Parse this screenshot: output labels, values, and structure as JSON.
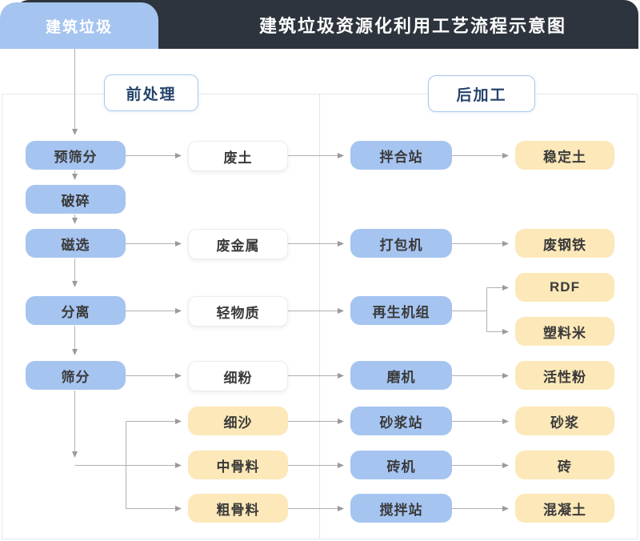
{
  "banner": {
    "tab": "建筑垃圾",
    "title": "建筑垃圾资源化利用工艺流程示意图"
  },
  "sections": {
    "pre": "前处理",
    "post": "后加工"
  },
  "labels": {
    "pre_screen": "预筛分",
    "crush": "破碎",
    "magnetic": "磁选",
    "separate": "分离",
    "screen": "筛分",
    "waste_soil": "废土",
    "waste_metal": "废金属",
    "light_material": "轻物质",
    "fine_powder": "细粉",
    "fine_sand": "细沙",
    "mid_aggregate": "中骨料",
    "coarse_aggregate": "粗骨料",
    "mixing_station": "拌合站",
    "baler": "打包机",
    "regen_unit": "再生机组",
    "mill": "磨机",
    "mortar_station": "砂浆站",
    "brick_machine": "砖机",
    "concrete_station": "搅拌站",
    "stable_soil": "稳定土",
    "waste_steel": "废钢铁",
    "rdf": "RDF",
    "plastic_pellet": "塑料米",
    "active_powder": "活性粉",
    "mortar": "砂浆",
    "brick": "砖",
    "concrete": "混凝土"
  },
  "flow_edges": [
    "建筑垃圾→预筛分",
    "预筛分→破碎",
    "破碎→磁选",
    "磁选→分离",
    "分离→筛分",
    "预筛分→废土",
    "废土→拌合站",
    "拌合站→稳定土",
    "磁选→废金属",
    "废金属→打包机",
    "打包机→废钢铁",
    "分离→轻物质",
    "轻物质→再生机组",
    "再生机组→RDF",
    "再生机组→塑料米",
    "筛分→细粉",
    "细粉→磨机",
    "磨机→活性粉",
    "筛分→细沙",
    "筛分→中骨料",
    "筛分→粗骨料",
    "细沙→砂浆站",
    "砂浆站→砂浆",
    "中骨料→砖机",
    "砖机→砖",
    "粗骨料→搅拌站",
    "搅拌站→混凝土"
  ],
  "colors": {
    "header_dark": "#2e343d",
    "node_blue": "#a5c4f0",
    "node_yellow": "#fce8b8",
    "badge_border": "#a9c7ee",
    "badge_text": "#25436b",
    "connector": "#b0b0b0"
  }
}
